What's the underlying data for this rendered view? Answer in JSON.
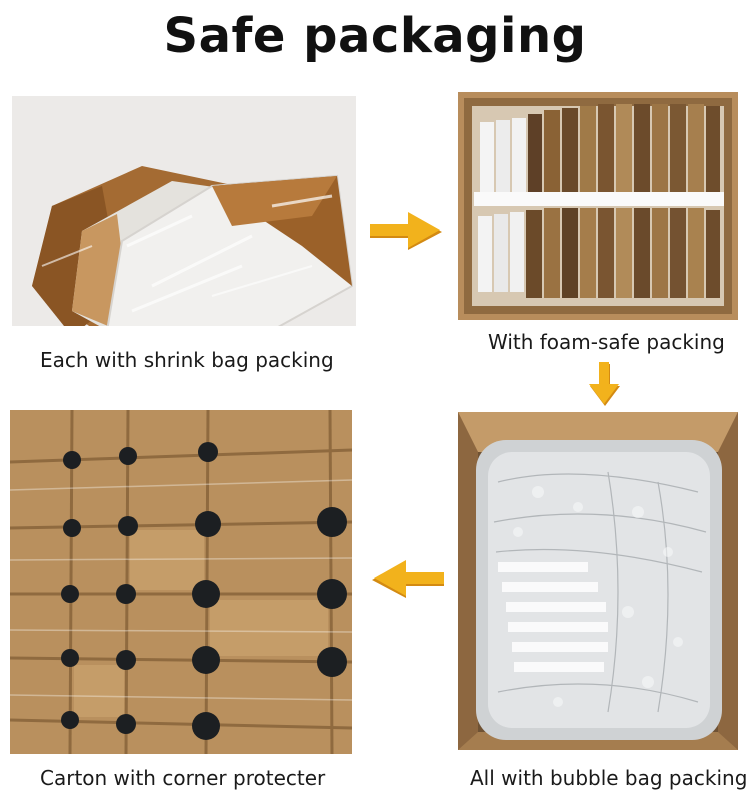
{
  "title": "Safe packaging",
  "steps": [
    {
      "caption": "Each with shrink bag packing"
    },
    {
      "caption": "With foam-safe packing"
    },
    {
      "caption": "All with bubble bag packing"
    },
    {
      "caption": "Carton with corner protecter"
    }
  ],
  "colors": {
    "arrow": "#f2b21c",
    "arrow_shadow": "#d38a12",
    "cardboard": "#c79a64",
    "corner_protector": "#1c1f22"
  },
  "icons": {
    "arrow_right": "arrow-right-icon",
    "arrow_down": "arrow-down-icon",
    "arrow_left": "arrow-left-icon"
  }
}
